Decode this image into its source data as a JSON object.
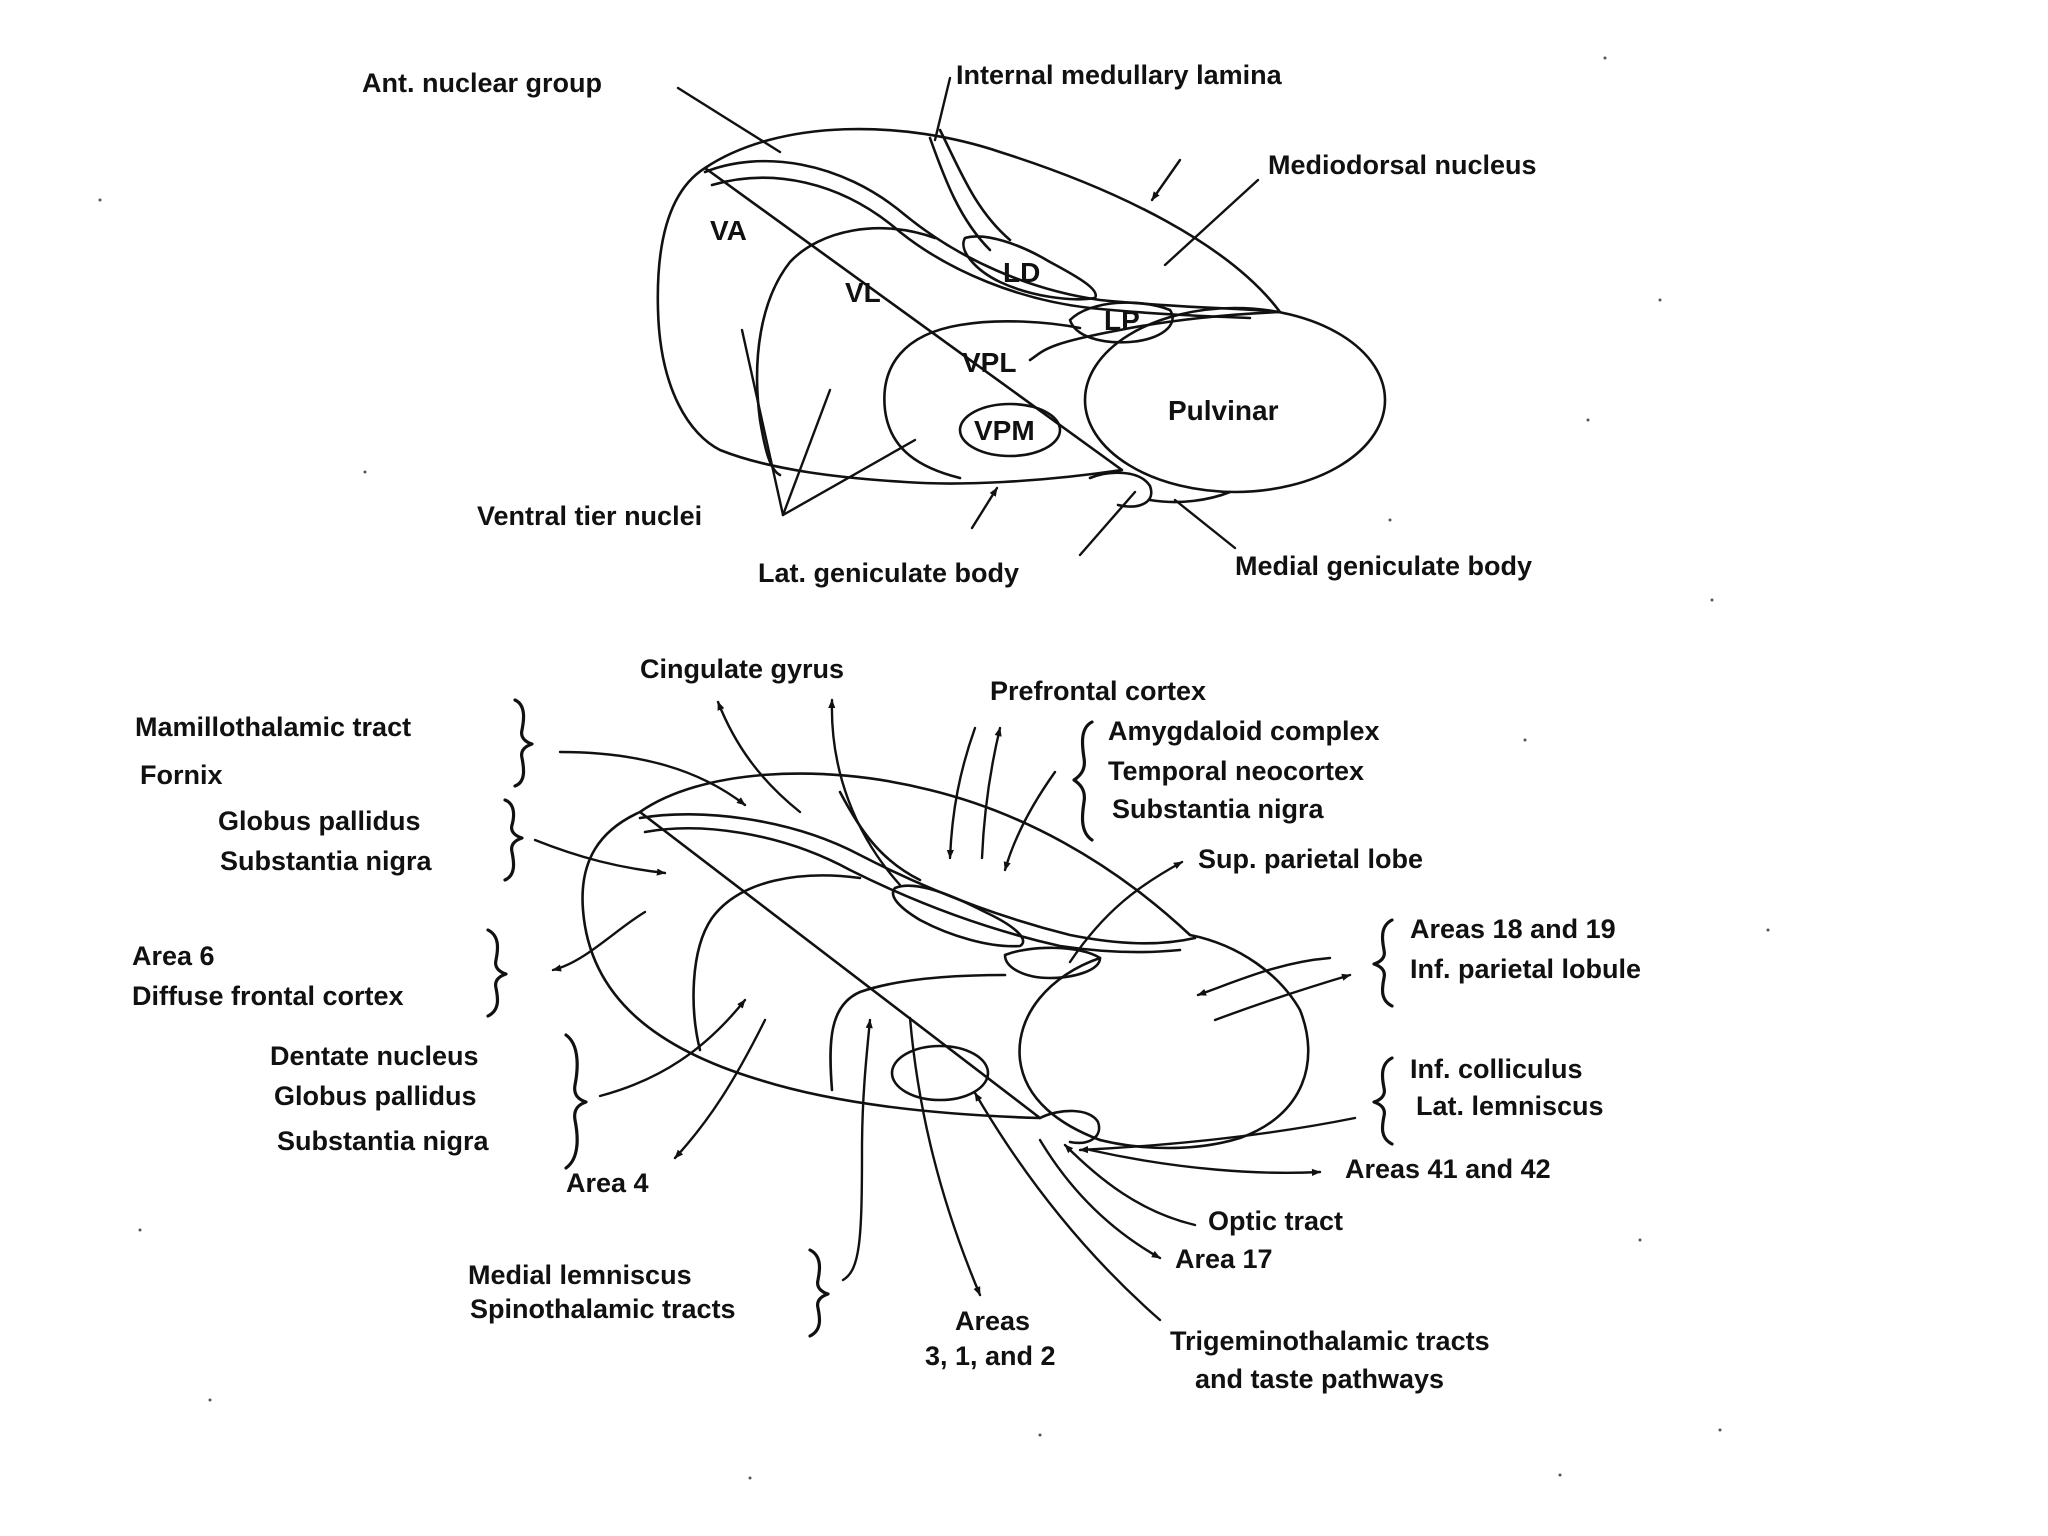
{
  "top_figure": {
    "regions": {
      "va": "VA",
      "vl": "VL",
      "ld": "LD",
      "lp": "LP",
      "vpl": "VPL",
      "vpm": "VPM",
      "pulvinar": "Pulvinar"
    },
    "labels": {
      "ant_nuclear_group": "Ant. nuclear group",
      "internal_medullary_lamina": "Internal medullary lamina",
      "mediodorsal_nucleus": "Mediodorsal nucleus",
      "ventral_tier_nuclei": "Ventral tier nuclei",
      "lat_geniculate_body": "Lat. geniculate body",
      "medial_geniculate_body": "Medial geniculate body"
    }
  },
  "bottom_figure": {
    "labels": {
      "cingulate_gyrus": "Cingulate gyrus",
      "prefrontal_cortex": "Prefrontal cortex",
      "mamillothalamic_tract": "Mamillothalamic tract",
      "fornix": "Fornix",
      "amygdaloid_complex": "Amygdaloid complex",
      "temporal_neocortex": "Temporal neocortex",
      "substantia_nigra_top": "Substantia nigra",
      "globus_pallidus_1": "Globus pallidus",
      "substantia_nigra_1": "Substantia nigra",
      "sup_parietal_lobe": "Sup. parietal lobe",
      "area_6": "Area 6",
      "diffuse_frontal_cortex": "Diffuse frontal cortex",
      "areas_18_19": "Areas 18 and 19",
      "inf_parietal_lobule": "Inf. parietal lobule",
      "dentate_nucleus": "Dentate nucleus",
      "globus_pallidus_2": "Globus pallidus",
      "substantia_nigra_2": "Substantia nigra",
      "inf_colliculus": "Inf. colliculus",
      "lat_lemniscus": "Lat. lemniscus",
      "area_4": "Area 4",
      "areas_41_42": "Areas 41 and 42",
      "optic_tract": "Optic tract",
      "area_17": "Area 17",
      "medial_lemniscus": "Medial lemniscus",
      "spinothalamic_tracts": "Spinothalamic tracts",
      "areas_321_line1": "Areas",
      "areas_321_line2": "3, 1, and 2",
      "trigeminothalamic_line1": "Trigeminothalamic tracts",
      "trigeminothalamic_line2": "and taste pathways"
    }
  }
}
